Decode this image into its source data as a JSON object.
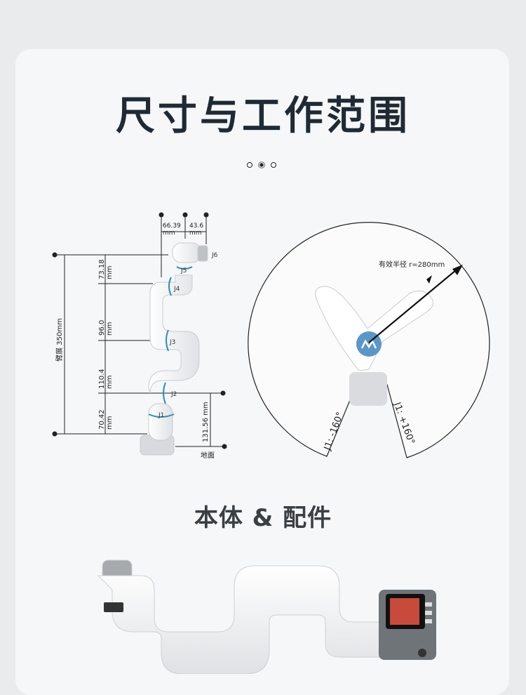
{
  "title": "尺寸与工作范围",
  "carousel": {
    "count": 3,
    "active_index": 1
  },
  "dimensions": {
    "top_offsets": [
      "66.39\nmm",
      "43.6\nmm"
    ],
    "segments": [
      "73.18\nmm",
      "96.0\nmm",
      "110.4\nmm",
      "70.42\nmm"
    ],
    "reach_label": "臂展 350mm",
    "base_height": "131.56 mm",
    "ground_label": "地面",
    "joints": [
      "J1",
      "J2",
      "J3",
      "J4",
      "J5",
      "J6"
    ]
  },
  "workspace": {
    "radius_label": "有效半径 r=280mm",
    "j1_min_label": "J1: -160°",
    "j1_max_label": "J1: +160°"
  },
  "subtitle": "本体 & 配件",
  "colors": {
    "title": "#1f2a34",
    "accent_arrow": "#111111",
    "joint_arc": "#2a8fb0"
  }
}
